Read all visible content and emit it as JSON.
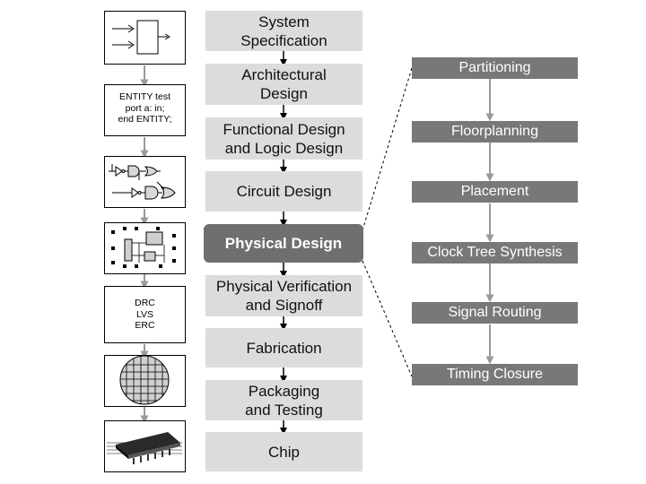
{
  "flow": {
    "steps": [
      {
        "id": "system-specification",
        "label": "System\nSpecification",
        "highlight": false
      },
      {
        "id": "architectural-design",
        "label": "Architectural\nDesign",
        "highlight": false
      },
      {
        "id": "functional-logic-design",
        "label": "Functional Design\nand Logic Design",
        "highlight": false
      },
      {
        "id": "circuit-design",
        "label": "Circuit Design",
        "highlight": false
      },
      {
        "id": "physical-design",
        "label": "Physical Design",
        "highlight": true
      },
      {
        "id": "physical-verification",
        "label": "Physical Verification\nand Signoff",
        "highlight": false
      },
      {
        "id": "fabrication",
        "label": "Fabrication",
        "highlight": false
      },
      {
        "id": "packaging-testing",
        "label": "Packaging\nand Testing",
        "highlight": false
      },
      {
        "id": "chip",
        "label": "Chip",
        "highlight": false
      }
    ]
  },
  "physical_design_substeps": [
    "Partitioning",
    "Floorplanning",
    "Placement",
    "Clock Tree Synthesis",
    "Signal Routing",
    "Timing Closure"
  ],
  "icons": {
    "vhdl_entity_text": "ENTITY test\nport a: in;\nend ENTITY;",
    "verification_text": "DRC\nLVS\nERC",
    "items": [
      "block-symbol-icon",
      "vhdl-code-icon",
      "logic-gates-icon",
      "layout-icon",
      "verification-checks-icon",
      "wafer-icon",
      "packaged-chip-icon"
    ]
  },
  "colors": {
    "step_fill": "#dcdcdc",
    "highlight_fill": "#6f6f6f",
    "substep_fill": "#787878",
    "arrow": "#000000",
    "left_arrow": "#9a9a9a"
  }
}
